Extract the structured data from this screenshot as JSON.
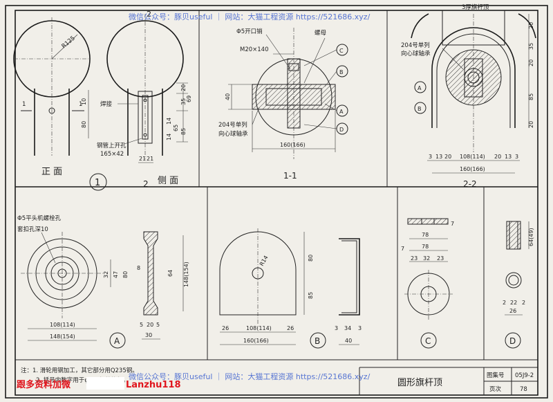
{
  "watermarks": {
    "top": "微信公众号：豚贝useful ｜ 网站：大猫工程资源 https://521686.xyz/",
    "bottom": "微信公众号：豚贝useful ｜ 网站：大猫工程资源 https://521686.xyz/",
    "contact": "跟多资料加微",
    "contact_id": "Lanzhu118"
  },
  "title_block": {
    "title": "圆形旗杆顶",
    "atlas_label": "图集号",
    "atlas_value": "05J9-2",
    "page_label": "页次",
    "page_value": "78"
  },
  "notes": {
    "line1": "注：1. 滑轮用钢加工，其它部分用Q235钢。",
    "line2": "2. 括号内数字用于φ168钢管旗杆。"
  },
  "view1": {
    "front_label": "正 面",
    "side_label": "侧 面",
    "number": "1",
    "section_mark_a": "2",
    "section_mark_b": "2",
    "cut_left": "1",
    "cut_right": "1",
    "radius": "R125",
    "weld": "焊接",
    "hole_note_1": "钢管上开孔",
    "hole_note_2": "165×42",
    "dims_right": [
      "20",
      "69",
      "35",
      "14",
      "65",
      "14",
      "85"
    ],
    "dims_left": [
      "10",
      "80"
    ],
    "dims_bottom": [
      "21",
      "21"
    ]
  },
  "section_1_1": {
    "title": "1-1",
    "cotter": "Φ5开口销",
    "bolt": "M20×140",
    "nut": "螺母",
    "bearing_1": "204号单列",
    "bearing_2": "向心球轴承",
    "width": "160(166)",
    "height": "40",
    "markers": [
      "C",
      "B",
      "A",
      "D"
    ]
  },
  "section_2_2": {
    "title": "2-2",
    "top_note": "3厚旗杆顶",
    "bearing_1": "204号单列",
    "bearing_2": "向心球轴承",
    "inner_width": "108(114)",
    "width": "160(166)",
    "bottom_dims": [
      "3",
      "13",
      "20",
      "20",
      "13",
      "3"
    ],
    "right_dims": [
      "20",
      "35",
      "20",
      "85",
      "20"
    ],
    "markers": [
      "A",
      "B"
    ]
  },
  "part_a": {
    "label": "A",
    "note_1": "Φ5平头机螺栓孔",
    "note_2": "套扣孔深10",
    "dims_inner": [
      "32",
      "47",
      "80"
    ],
    "dims_outer": [
      "8",
      "64",
      "148(154)"
    ],
    "width_inner": "108(114)",
    "width_outer": "148(154)",
    "bottom_dims": [
      "5",
      "20",
      "5",
      "30"
    ]
  },
  "part_b": {
    "label": "B",
    "radius": "R14",
    "height_top": "80",
    "height_bottom": "85",
    "width_inner": "108(114)",
    "width_outer": "160(166)",
    "side_26a": "26",
    "side_26b": "26",
    "side_dims": [
      "3",
      "34",
      "3",
      "40"
    ]
  },
  "part_c": {
    "label": "C",
    "thickness": "7",
    "widths": [
      "78",
      "78"
    ],
    "sub_dims": [
      "23",
      "32",
      "23"
    ],
    "side": "7"
  },
  "part_d": {
    "label": "D",
    "height": "64(49)",
    "dims": [
      "2",
      "22",
      "2",
      "26"
    ]
  }
}
